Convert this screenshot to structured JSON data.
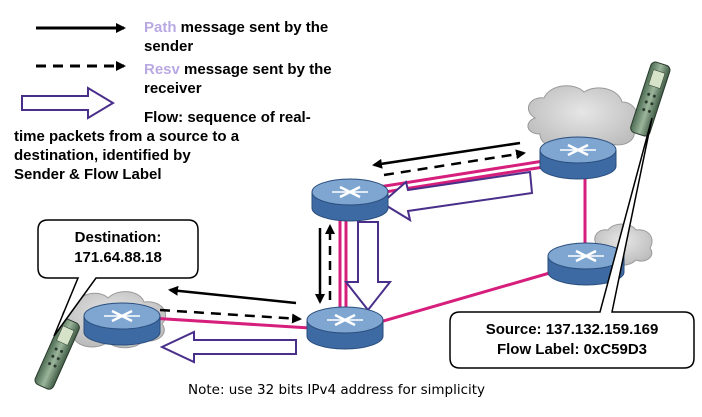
{
  "legend": {
    "path": {
      "keyword": "Path",
      "line1_rest": " message sent by the",
      "line2": "sender"
    },
    "resv": {
      "keyword": "Resv",
      "line1_rest": " message sent by the",
      "line2": "receiver"
    },
    "flow": {
      "line1": "Flow: sequence of real-",
      "line2": "time packets from  a source to a",
      "line3": "destination, identified by",
      "line4": "Sender & Flow Label"
    }
  },
  "destination": {
    "line1": "Destination:",
    "line2": "171.64.88.18"
  },
  "source": {
    "line1": "Source: 137.132.159.169",
    "line2": "Flow Label: 0xC59D3"
  },
  "note": "Note: use 32 bits IPv4 address for simplicity",
  "colors": {
    "keyword": "#b9a9e3",
    "link": "#d61f7c",
    "flow_arrow": "#4a2f8a",
    "router_top": "#7fa6d1",
    "router_side": "#3d6aa3",
    "cloud": "#c9c9c9"
  },
  "icons": {
    "router": "router-icon",
    "cloud": "cloud-icon",
    "phone": "cell-phone-icon"
  }
}
